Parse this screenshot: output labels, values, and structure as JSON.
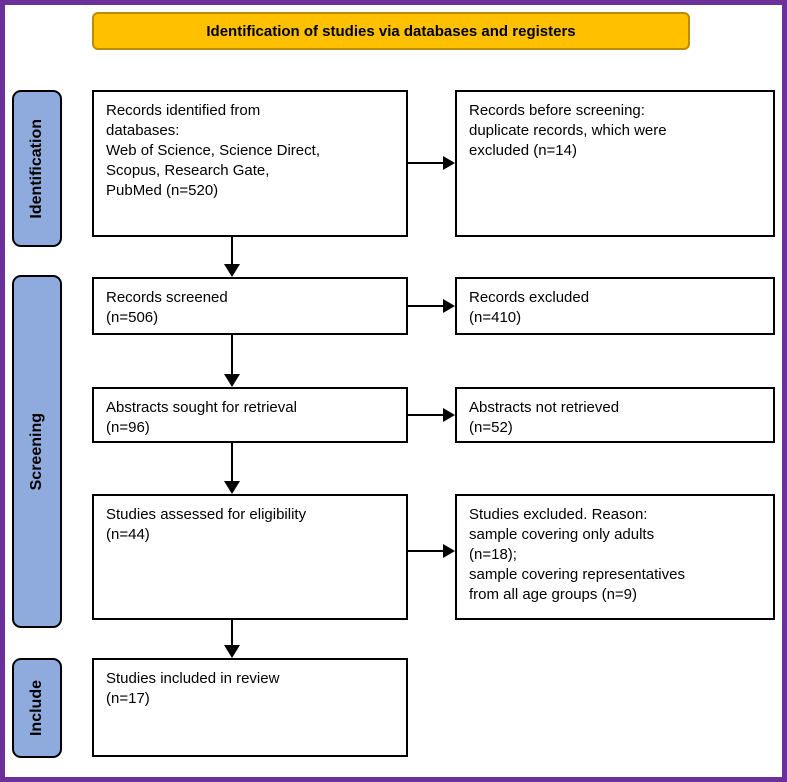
{
  "banner": {
    "title": "Identification of studies via databases and registers"
  },
  "sidebar": {
    "items": [
      {
        "label": "Identification"
      },
      {
        "label": "Screening"
      },
      {
        "label": "Include"
      }
    ]
  },
  "boxes": {
    "identified": {
      "text": "Records identified from\ndatabases:\nWeb of Science, Science Direct,\nScopus, Research Gate,\nPubMed (n=520)"
    },
    "before_screening": {
      "text": "Records before screening:\nduplicate records, which were\nexcluded (n=14)"
    },
    "screened": {
      "text": "Records screened\n(n=506)"
    },
    "excluded": {
      "text": "Records excluded\n(n=410)"
    },
    "sought": {
      "text": "Abstracts sought for retrieval\n(n=96)"
    },
    "not_retrieved": {
      "text": "Abstracts not retrieved\n(n=52)"
    },
    "assessed": {
      "text": "Studies assessed for eligibility\n(n=44)"
    },
    "studies_excluded": {
      "text": "Studies excluded. Reason:\nsample covering only adults\n(n=18);\nsample covering representatives\nfrom all age groups (n=9)"
    },
    "included": {
      "text": "Studies included in review\n(n=17)"
    }
  },
  "colors": {
    "banner_bg": "#FFC000",
    "banner_border": "#BC8C00",
    "sidebar_bg": "#8FAADC",
    "frame_border": "#6B3099",
    "box_border": "#000000",
    "arrow": "#000000",
    "background": "#FFFFFF"
  }
}
